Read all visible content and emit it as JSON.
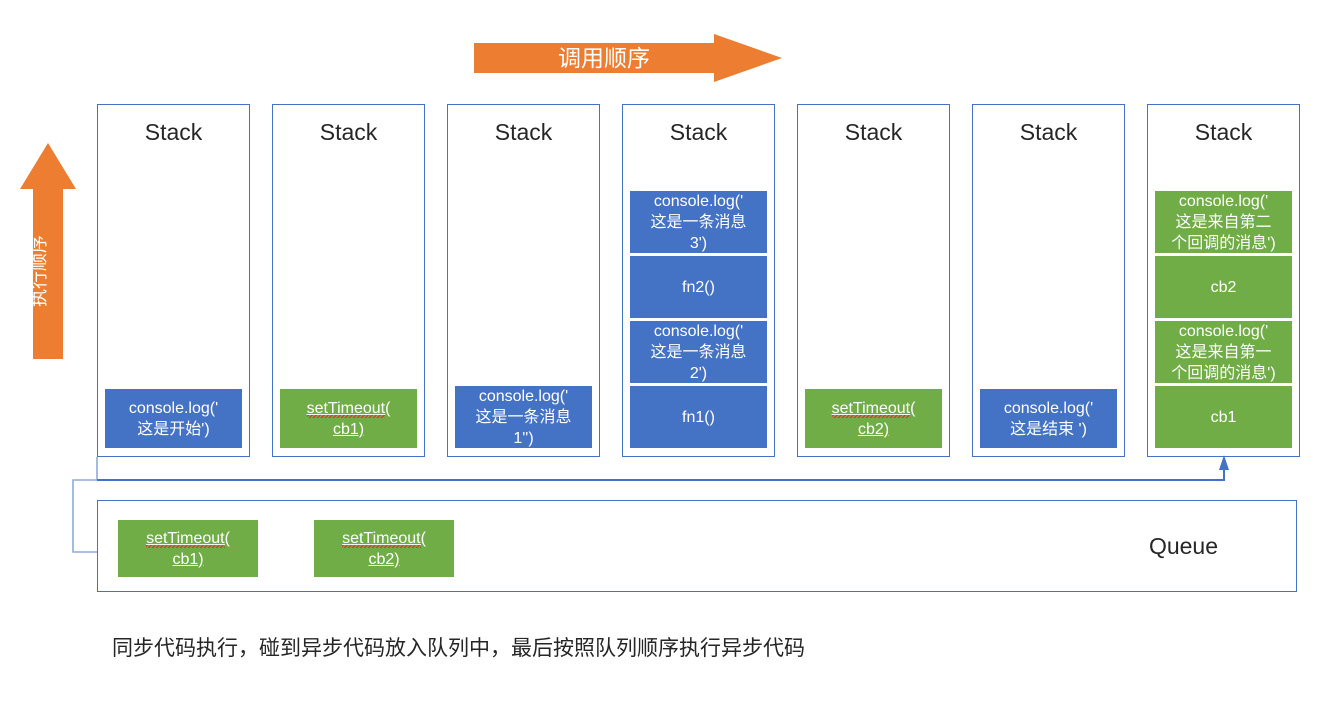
{
  "arrows": {
    "horizontal": {
      "label": "调用顺序",
      "color": "#ED7D31",
      "name": "call-order"
    },
    "vertical": {
      "label": "执行顺序",
      "color": "#ED7D31",
      "name": "execution-order"
    }
  },
  "colors": {
    "blue": "#4472C4",
    "green": "#70AD47",
    "orange": "#ED7D31",
    "border": "#4472C4",
    "text": "#262626"
  },
  "stack_title": "Stack",
  "stacks": [
    {
      "title": "Stack",
      "frames": [
        {
          "text": "console.log('\n这是开始')",
          "color": "blue",
          "size": "h1",
          "spell": false
        }
      ]
    },
    {
      "title": "Stack",
      "frames": [
        {
          "text": "setTimeout(\ncb1)",
          "color": "green",
          "size": "h1",
          "spell": true,
          "spell_word": "setTimeout"
        }
      ]
    },
    {
      "title": "Stack",
      "frames": [
        {
          "text": "console.log('\n这是一条消息\n1'')",
          "color": "blue",
          "size": "h2",
          "spell": false
        }
      ]
    },
    {
      "title": "Stack",
      "frames": [
        {
          "text": "fn1()",
          "color": "blue",
          "size": "h2",
          "spell": false
        },
        {
          "text": "console.log('\n这是一条消息\n2')",
          "color": "blue",
          "size": "h2",
          "spell": false
        },
        {
          "text": "fn2()",
          "color": "blue",
          "size": "h2",
          "spell": false
        },
        {
          "text": "console.log('\n这是一条消息\n3')",
          "color": "blue",
          "size": "h2",
          "spell": false
        }
      ]
    },
    {
      "title": "Stack",
      "frames": [
        {
          "text": "setTimeout(\ncb2)",
          "color": "green",
          "size": "h1",
          "spell": true,
          "spell_word": "setTimeout"
        }
      ]
    },
    {
      "title": "Stack",
      "frames": [
        {
          "text": "console.log('\n这是结束 ')",
          "color": "blue",
          "size": "h1",
          "spell": false
        }
      ]
    },
    {
      "title": "Stack",
      "frames": [
        {
          "text": "cb1",
          "color": "green",
          "size": "h2",
          "spell": false
        },
        {
          "text": "console.log('\n这是来自第一\n个回调的消息')",
          "color": "green",
          "size": "h2",
          "spell": false
        },
        {
          "text": "cb2",
          "color": "green",
          "size": "h2",
          "spell": false
        },
        {
          "text": "console.log('\n这是来自第二\n个回调的消息')",
          "color": "green",
          "size": "h2",
          "spell": false
        }
      ]
    }
  ],
  "queue": {
    "label": "Queue",
    "items": [
      {
        "text": "setTimeout(\ncb1)",
        "color": "green",
        "spell_word": "setTimeout"
      },
      {
        "text": "setTimeout(\ncb2)",
        "color": "green",
        "spell_word": "setTimeout"
      }
    ]
  },
  "caption": "同步代码执行，碰到异步代码放入队列中，最后按照队列顺序执行异步代码"
}
